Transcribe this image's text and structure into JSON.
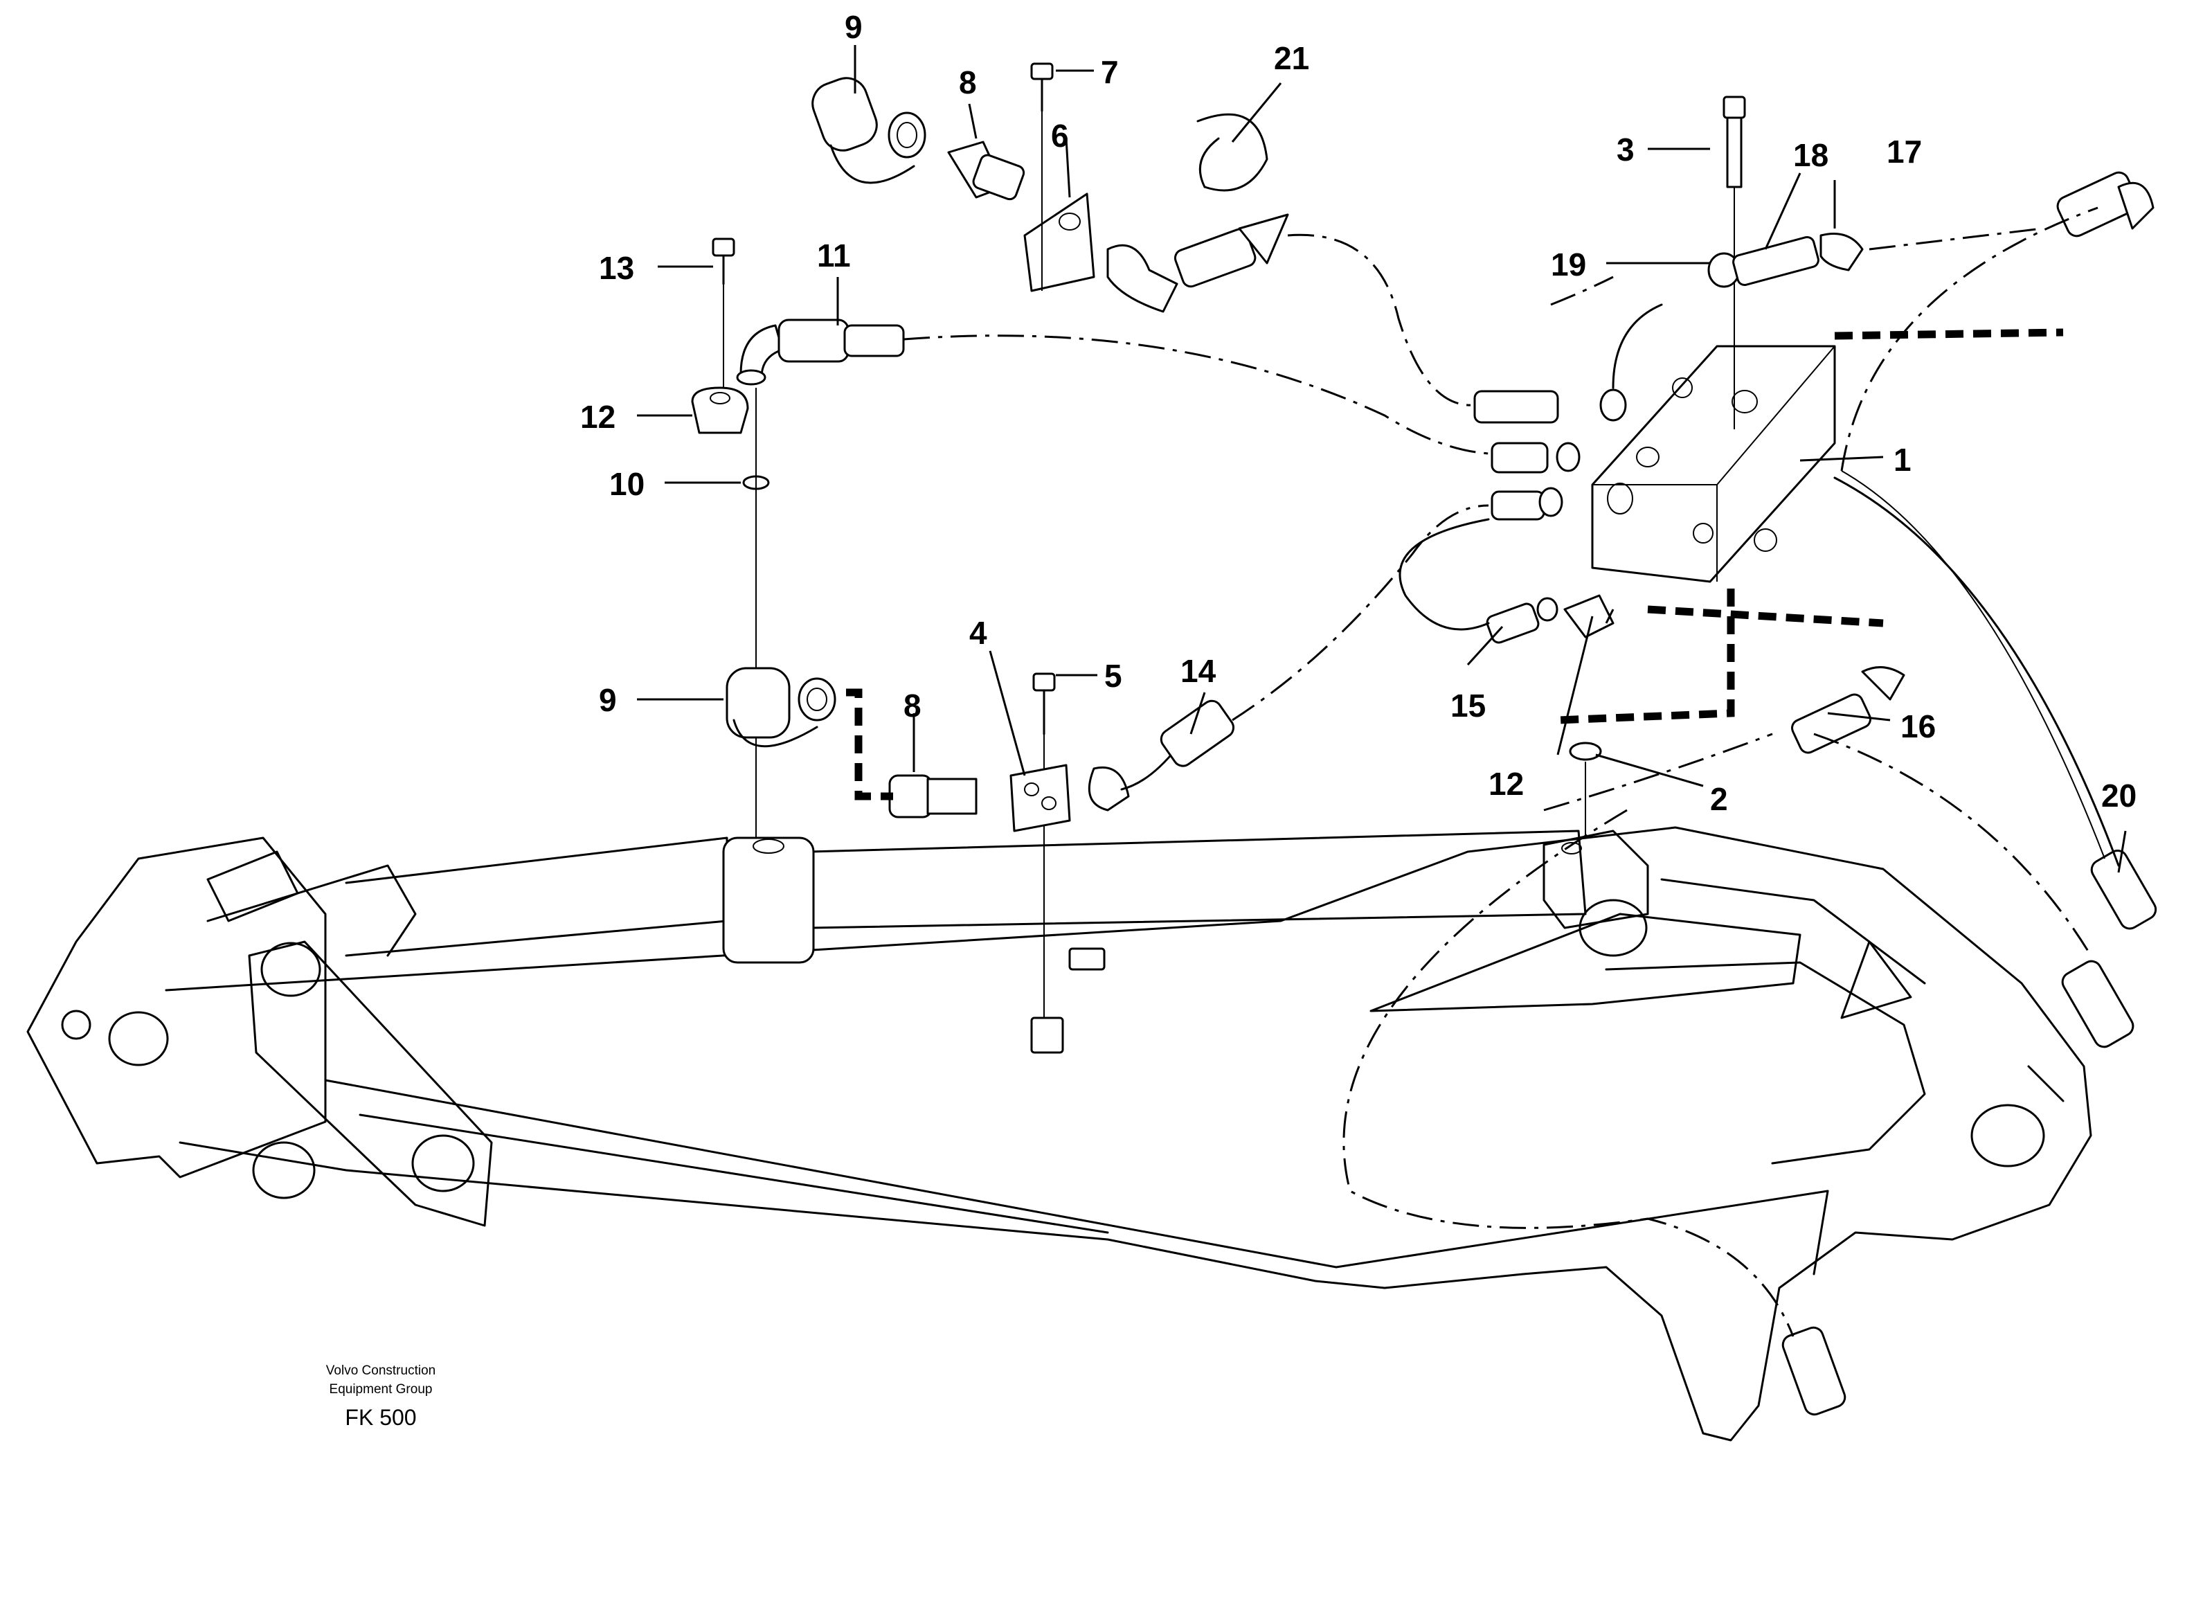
{
  "diagram": {
    "part_labels": {
      "p1": "1",
      "p2": "2",
      "p3": "3",
      "p4": "4",
      "p5": "5",
      "p6": "6",
      "p7": "7",
      "p8_top": "8",
      "p8_bottom": "8",
      "p9_top": "9",
      "p9_bottom": "9",
      "p10": "10",
      "p11": "11",
      "p12_left": "12",
      "p12_right": "12",
      "p13": "13",
      "p14": "14",
      "p15": "15",
      "p16": "16",
      "p17": "17",
      "p18": "18",
      "p19": "19",
      "p20": "20",
      "p21": "21"
    },
    "footer": {
      "company_line1": "Volvo Construction",
      "company_line2": "Equipment Group",
      "code": "FK 500"
    }
  }
}
